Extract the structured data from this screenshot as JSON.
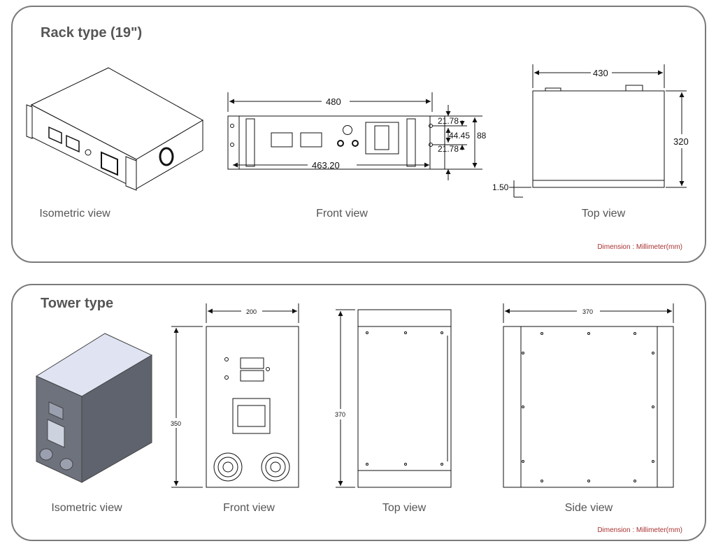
{
  "rack": {
    "title": "Rack type (19\")",
    "labels": {
      "isometric": "Isometric view",
      "front": "Front view",
      "top": "Top view"
    },
    "dims": {
      "width": "480",
      "inner_width": "463.20",
      "d1": "21.78",
      "d2": "44.45",
      "d3": "21.78",
      "height": "88",
      "top_width": "430",
      "depth": "320",
      "offset": "1.50"
    },
    "unit_note": "Dimension : Millimeter(mm)"
  },
  "tower": {
    "title": "Tower type",
    "labels": {
      "isometric": "Isometric view",
      "front": "Front view",
      "top": "Top view",
      "side": "Side view"
    },
    "dims": {
      "front_width": "200",
      "front_height": "350",
      "top_height": "370",
      "side_width": "370"
    },
    "unit_note": "Dimension : Millimeter(mm)"
  },
  "colors": {
    "border": "#7a7a7a",
    "note": "#a83232",
    "tower_face": "#5f636e",
    "tower_top": "#dfe3f2"
  }
}
